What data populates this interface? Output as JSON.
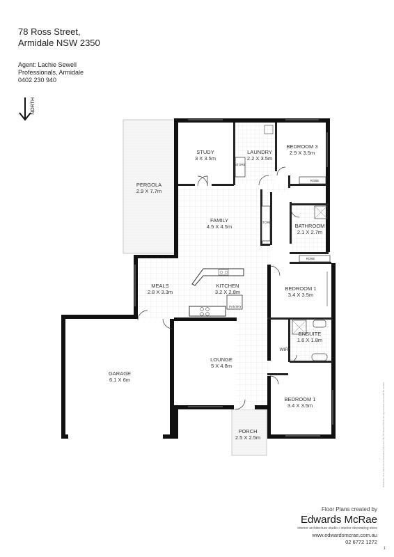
{
  "header": {
    "address_line1": "78 Ross Street,",
    "address_line2": "Armidale NSW 2350",
    "agent_line1": "Agent: Lachie Sewell",
    "agent_line2": "Professionals, Armidale",
    "agent_phone": "0402 230 940"
  },
  "north_label": "NORTH",
  "rooms": {
    "pergola": {
      "name": "PERGOLA",
      "size": "2.9 X 7.7m"
    },
    "study": {
      "name": "STUDY",
      "size": "3 X 3.5m"
    },
    "laundry": {
      "name": "LAUNDRY",
      "size": "2.2 X 3.5m"
    },
    "bedroom3": {
      "name": "BEDROOM 3",
      "size": "2.9 X 3.5m"
    },
    "family": {
      "name": "FAMILY",
      "size": "4.5 X 4.5m"
    },
    "bathroom": {
      "name": "BATHROOM",
      "size": "2.1 X 2.7m"
    },
    "meals": {
      "name": "MEALS",
      "size": "2.8 X 3.3m"
    },
    "kitchen": {
      "name": "KITCHEN",
      "size": "3.2 X 2.8m"
    },
    "bedroom1_top": {
      "name": "BEDROOM 1",
      "size": "3.4 X 3.5m"
    },
    "ensuite": {
      "name": "ENSUITE",
      "size": "1.6 X 1.8m"
    },
    "garage": {
      "name": "GARAGE",
      "size": "6.1 X 6m"
    },
    "lounge": {
      "name": "LOUNGE",
      "size": "5 X 4.8m"
    },
    "bedroom1_bottom": {
      "name": "BEDROOM 1",
      "size": "3.4 X 3.5m"
    },
    "porch": {
      "name": "PORCH",
      "size": "2.5 X 2.5m"
    }
  },
  "small_labels": {
    "store1": "STORE",
    "store2": "STORE",
    "robe1": "ROBE",
    "robe2": "ROBE",
    "pantry": "PANTRY",
    "wir": "WIR"
  },
  "credit": {
    "line1": "Floor Plans created by",
    "brand": "Edwards McRae",
    "tagline": "interior architecture studio • interior decorating store",
    "web": "www.edwardsmcrae.com.au",
    "phone": "02 6772 1272"
  },
  "disclaimer": "Disclaimer: floor plans are for illustrative purposes only. All measurements are approximate and should be verified.",
  "page_number": "1"
}
